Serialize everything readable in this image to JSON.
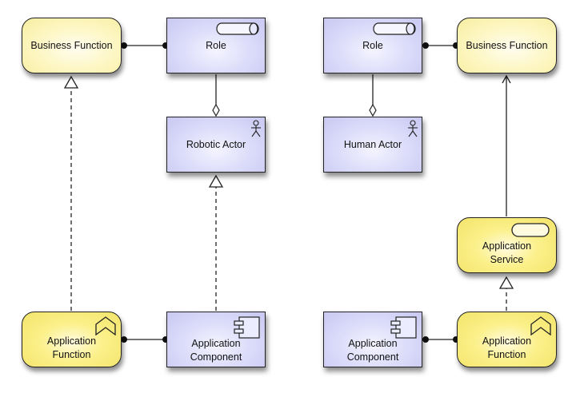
{
  "diagram": {
    "title": "ArchiMate application-to-business layer mapping",
    "colors": {
      "business_fill": "#fdf6c0",
      "application_yellow_fill": "#fbf08a",
      "active_structure_fill": "#dcdcfa",
      "stroke": "#222222"
    },
    "nodes": {
      "left_business_function": {
        "label": "Business Function",
        "type": "business-function"
      },
      "left_role": {
        "label": "Role",
        "type": "role"
      },
      "robotic_actor": {
        "label": "Robotic Actor",
        "type": "actor"
      },
      "left_application_function": {
        "label": "Application Function",
        "type": "application-function"
      },
      "left_application_component": {
        "label": "Application Component",
        "type": "application-component"
      },
      "right_role": {
        "label": "Role",
        "type": "role"
      },
      "human_actor": {
        "label": "Human Actor",
        "type": "actor"
      },
      "right_business_function": {
        "label": "Business Function",
        "type": "business-function"
      },
      "application_service": {
        "label": "Application Service",
        "type": "application-service"
      },
      "right_application_component": {
        "label": "Application Component",
        "type": "application-component"
      },
      "right_application_function": {
        "label": "Application Function",
        "type": "application-function"
      }
    },
    "edges": [
      {
        "from": "left_business_function",
        "to": "left_role",
        "kind": "assignment"
      },
      {
        "from": "left_role",
        "to": "robotic_actor",
        "kind": "aggregation"
      },
      {
        "from": "left_application_function",
        "to": "left_business_function",
        "kind": "realization"
      },
      {
        "from": "left_application_component",
        "to": "robotic_actor",
        "kind": "realization"
      },
      {
        "from": "left_application_function",
        "to": "left_application_component",
        "kind": "assignment"
      },
      {
        "from": "right_role",
        "to": "right_business_function",
        "kind": "assignment"
      },
      {
        "from": "right_role",
        "to": "human_actor",
        "kind": "aggregation"
      },
      {
        "from": "application_service",
        "to": "right_business_function",
        "kind": "used-by"
      },
      {
        "from": "right_application_function",
        "to": "application_service",
        "kind": "realization"
      },
      {
        "from": "right_application_component",
        "to": "right_application_function",
        "kind": "assignment"
      }
    ]
  }
}
